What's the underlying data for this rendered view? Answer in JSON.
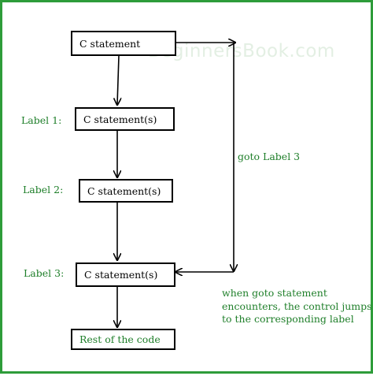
{
  "watermark": "BeginnersBook.com",
  "boxes": {
    "start": "C statement",
    "label1_stmt": "C statement(s)",
    "label2_stmt": "C statement(s)",
    "label3_stmt": "C statement(s)",
    "rest": "Rest of the code"
  },
  "labels": {
    "label1": "Label 1:",
    "label2": "Label 2:",
    "label3": "Label 3:"
  },
  "goto_text": "goto Label 3",
  "note": [
    "when goto statement",
    "encounters, the control jumps",
    "to the corresponding label"
  ],
  "colors": {
    "frame": "#2e9c3a",
    "label_text": "#1f7f2a",
    "line": "#000000"
  }
}
